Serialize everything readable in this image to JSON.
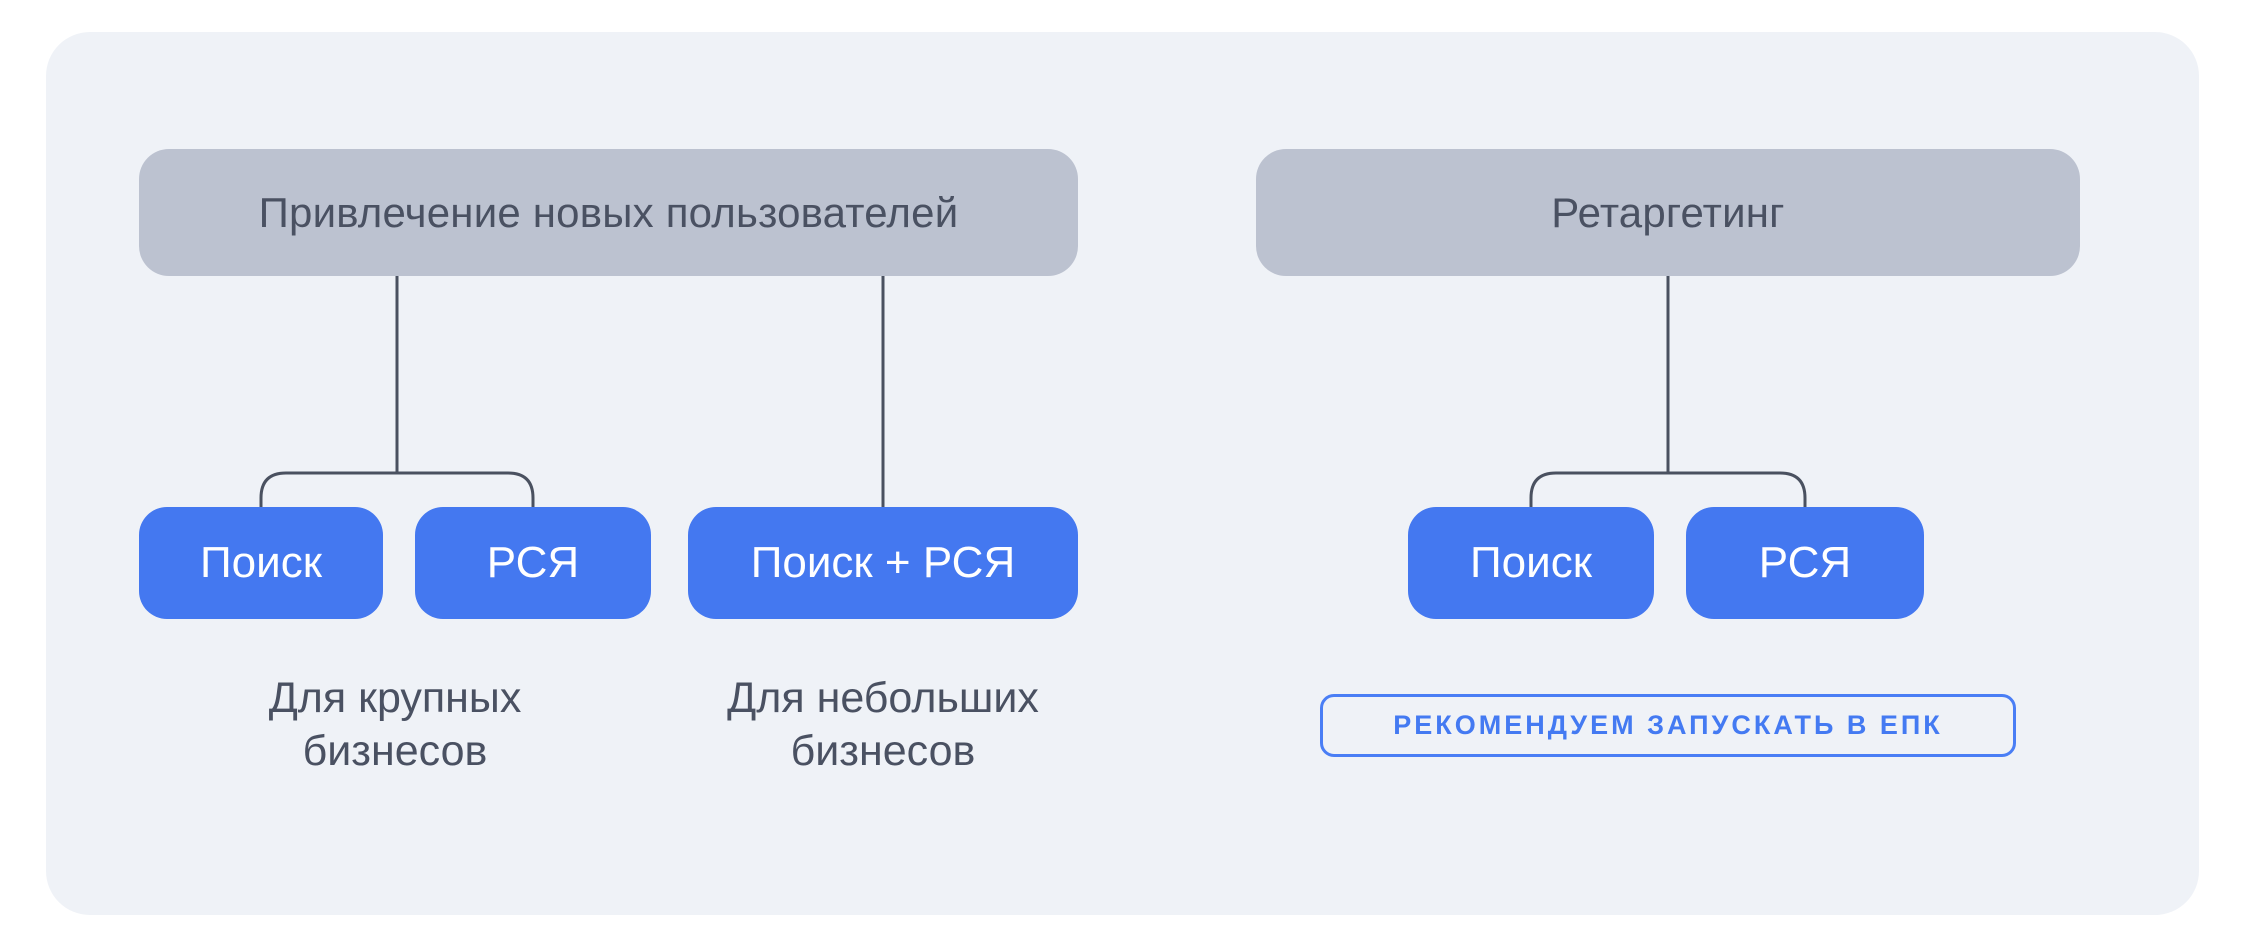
{
  "left_group": {
    "title": "Привлечение новых пользователей",
    "nodes": [
      {
        "label": "Поиск"
      },
      {
        "label": "РСЯ"
      },
      {
        "label": "Поиск + РСЯ"
      }
    ],
    "captions": [
      {
        "text": "Для крупных\nбизнесов"
      },
      {
        "text": "Для небольших\nбизнесов"
      }
    ]
  },
  "right_group": {
    "title": "Ретаргетинг",
    "nodes": [
      {
        "label": "Поиск"
      },
      {
        "label": "РСЯ"
      }
    ],
    "badge_label": "РЕКОМЕНДУЕМ ЗАПУСКАТЬ В ЕПК"
  },
  "colors": {
    "page_bg": "#ffffff",
    "panel_bg": "#eff2f7",
    "header_box_bg": "#bcc2d0",
    "header_text": "#4a5162",
    "node_bg": "#4478f0",
    "node_text": "#ffffff",
    "connector": "#4a5160",
    "caption_text": "#4a5162",
    "accent_blue": "#4a7ef5"
  }
}
